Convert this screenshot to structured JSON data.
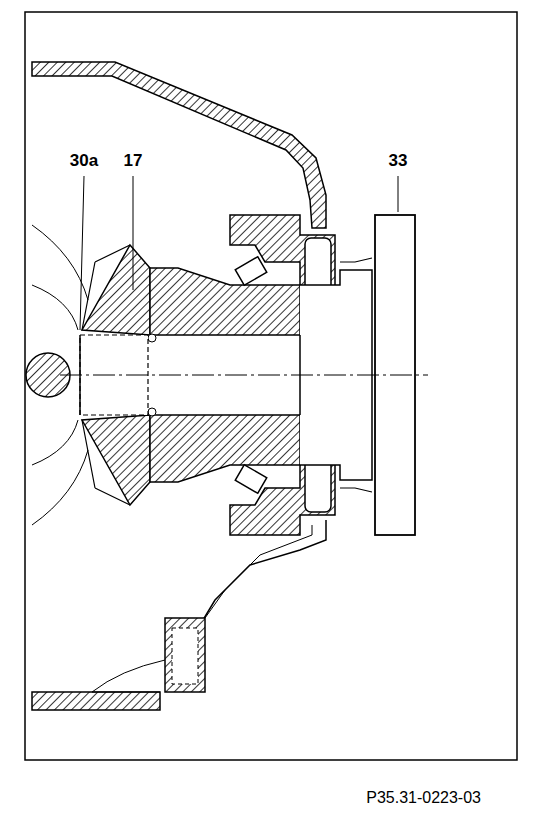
{
  "diagram": {
    "labels": [
      "30a",
      "17",
      "33",
      "P35.31-0223-03"
    ]
  }
}
